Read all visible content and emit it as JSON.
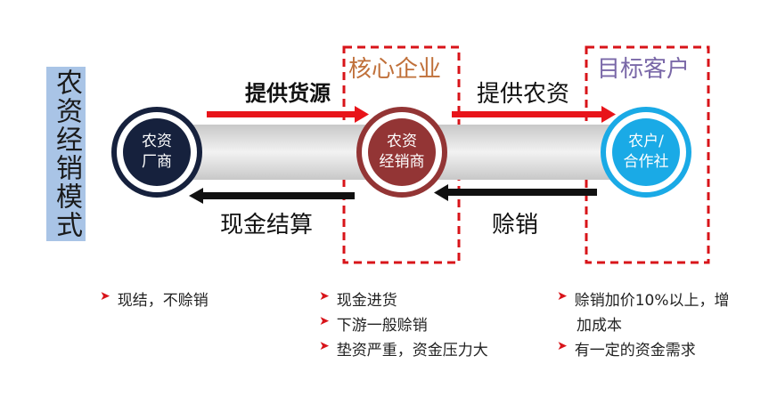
{
  "side_title": "农资经销模式",
  "boxes": {
    "core": "核心企业",
    "target": "目标客户"
  },
  "nodes": {
    "left": [
      "农资",
      "厂商"
    ],
    "middle": [
      "农资",
      "经销商"
    ],
    "right": [
      "农户/",
      "合作社"
    ]
  },
  "flows": {
    "top_left": "提供货源",
    "top_right": "提供农资",
    "bottom_left": "现金结算",
    "bottom_right": "赊销"
  },
  "notes": {
    "left": [
      "现结，不赊销"
    ],
    "middle": [
      "现金进货",
      "下游一般赊销",
      "垫资严重，资金压力大"
    ],
    "right_lines": [
      {
        "text": "赊销加价10%以上，增",
        "bullet": true
      },
      {
        "text": "加成本",
        "bullet": false
      },
      {
        "text": "有一定的资金需求",
        "bullet": true
      }
    ]
  },
  "colors": {
    "side_title_bg": "#a9c4e6",
    "red": "#e8141a",
    "dashed_box": "#d8141a",
    "core_label": "#c0703a",
    "target_label": "#7a68a8",
    "left_node": "#16213d",
    "middle_node": "#933535",
    "right_node": "#1aaae6"
  }
}
